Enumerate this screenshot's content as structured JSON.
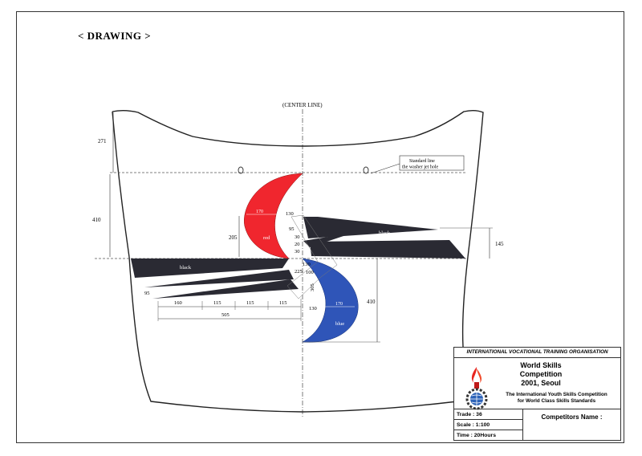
{
  "heading": "< DRAWING >",
  "center_line_label": "(CENTER LINE)",
  "callout": {
    "line1": "Standard line",
    "line2": "the washer jet hole"
  },
  "shapes": {
    "red": "red",
    "blue": "blue",
    "black_upper": "black",
    "black_lower": "black"
  },
  "dimensions": {
    "top_271": "271",
    "left_410": "410",
    "red_width_170": "170",
    "red_height_205": "205",
    "top_130": "130",
    "right_145": "145",
    "angles": [
      "95",
      "30",
      "20",
      "30"
    ],
    "bottom_130a": "130",
    "d225": "225",
    "d100": "100",
    "d305": "305",
    "bottom_130b": "130",
    "blue_width_170": "170",
    "right_410": "410",
    "d95": "95",
    "d160": "160",
    "d115a": "115",
    "d115b": "115",
    "d115c": "115",
    "d505": "505"
  },
  "colors": {
    "red": "#f0262e",
    "blue": "#2f55b8",
    "black": "#2a2a33"
  },
  "title_block": {
    "organisation": "INTERNATIONAL VOCATIONAL TRAINING ORGANISATION",
    "event_line1": "World Skills",
    "event_line2": "Competition",
    "event_line3": "2001, Seoul",
    "subtitle_line1": "The International Youth Skills Competition",
    "subtitle_line2": "for World Class Skills Standards",
    "trade": "Trade : 36",
    "scale": "Scale : 1:100",
    "time": "Time : 20Hours",
    "competitor": "Competitors Name :"
  },
  "logo_icon": "torch-globe-gear-icon"
}
